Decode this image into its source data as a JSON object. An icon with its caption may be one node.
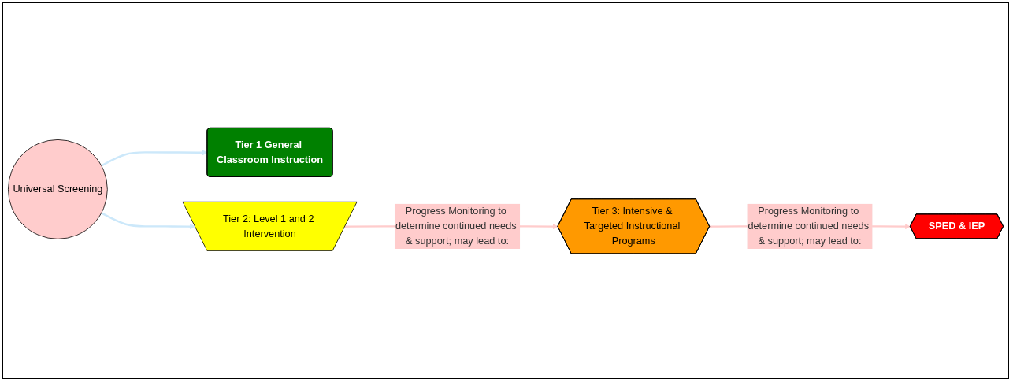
{
  "diagram": {
    "nodes": [
      {
        "text": [
          "Universal Screening"
        ]
      },
      {
        "text": [
          "Tier 1 General Classroom Instruction"
        ]
      },
      {
        "text": [
          "Tier 2: Level 1 and 2 Intervention"
        ]
      },
      {
        "text": [
          "Tier 3: Intensive & Targeted Instructional Programs"
        ]
      },
      {
        "text": [
          "SPED & IEP"
        ]
      }
    ],
    "edges": [
      {
        "from": 0,
        "to": 1,
        "arrow": "to",
        "color": "#cce8fa"
      },
      {
        "from": 0,
        "to": 2,
        "arrow": "to",
        "color": "#cce8fa"
      },
      {
        "from": 2,
        "to": 3,
        "arrow": "to",
        "color": "#ffcccc",
        "label": "Progress Monitoring to determine continued needs & support; may lead to:"
      },
      {
        "from": 3,
        "to": 4,
        "arrow": "to",
        "color": "#ffcccc",
        "label": "Progress Monitoring to determine continued needs & support; may lead to:"
      }
    ]
  }
}
